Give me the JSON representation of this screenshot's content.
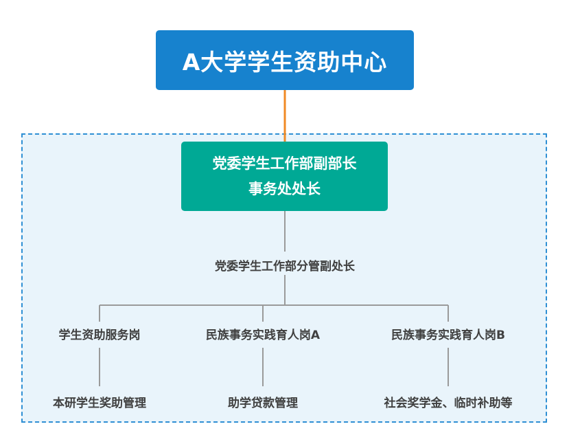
{
  "org": {
    "top": "A大学学生资助中心",
    "director_line1": "党委学生工作部副部长",
    "director_line2": "事务处处长",
    "deputy": "党委学生工作部分管副处长",
    "posts": [
      {
        "title": "学生资助服务岗",
        "duty": "本研学生奖助管理"
      },
      {
        "title": "民族事务实践育人岗A",
        "duty": "助学贷款管理"
      },
      {
        "title": "民族事务实践育人岗B",
        "duty": "社会奖学金、临时补助等"
      }
    ]
  },
  "colors": {
    "top_box": "#1782ce",
    "director_box": "#00a995",
    "top_connector": "#f08a24",
    "tree_lines": "#9a9a9a",
    "frame_border": "#2e8fd4",
    "frame_fill": "#e9f4fb",
    "label_text": "#404040"
  }
}
